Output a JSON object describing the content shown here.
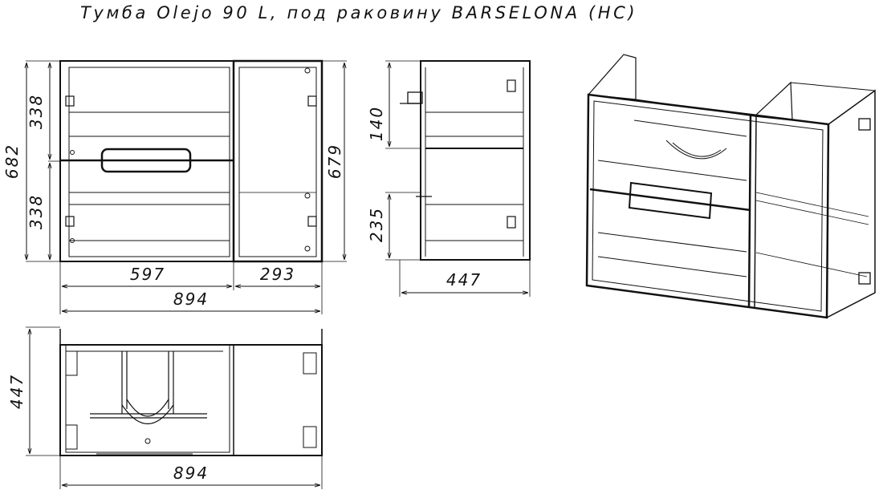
{
  "title": "Тумба Olejo 90 L, под раковину BARSELONA (HC)",
  "front_view": {
    "height_upper": "338",
    "height_lower": "338",
    "height_total": "682",
    "height_right": "679",
    "width_left": "597",
    "width_right": "293",
    "width_total": "894"
  },
  "side_view": {
    "height_top": "140",
    "height_bottom": "235",
    "depth": "447"
  },
  "top_view": {
    "depth": "447",
    "width": "894"
  },
  "colors": {
    "line": "#111111",
    "background": "#ffffff"
  }
}
